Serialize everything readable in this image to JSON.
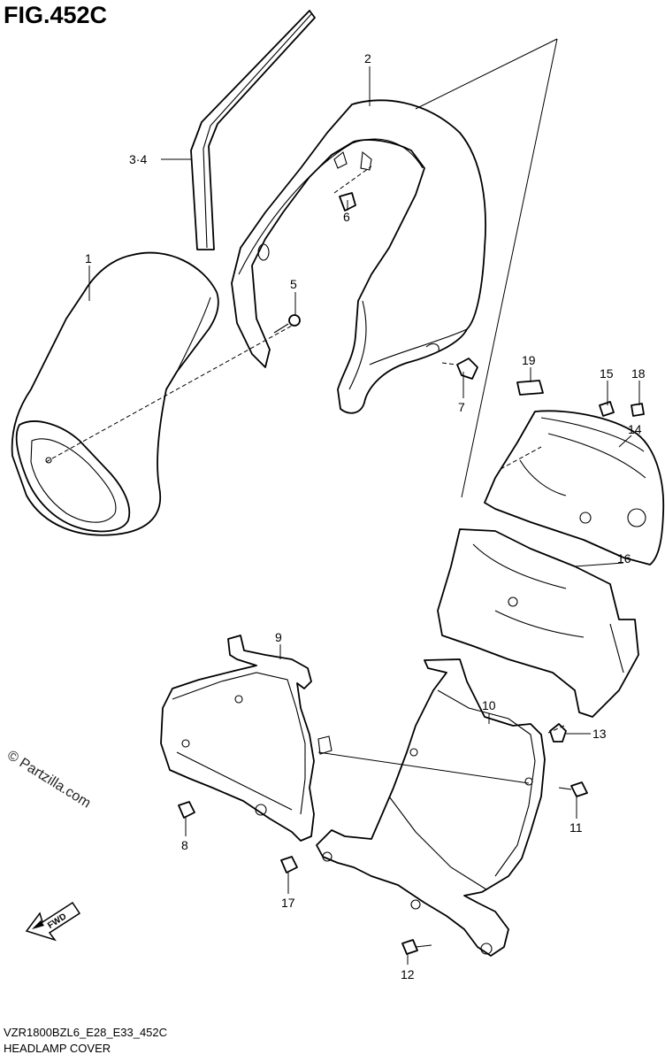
{
  "figure_title": "FIG.452C",
  "model_code": "VZR1800BZL6_E28_E33_452C",
  "caption": "HEADLAMP COVER",
  "watermark": "© Partzilla.com",
  "fwd_label": "FWD",
  "callouts": [
    "1",
    "2",
    "3·4",
    "5",
    "6",
    "7",
    "8",
    "9",
    "10",
    "11",
    "12",
    "13",
    "14",
    "15",
    "16",
    "17",
    "18",
    "19"
  ]
}
